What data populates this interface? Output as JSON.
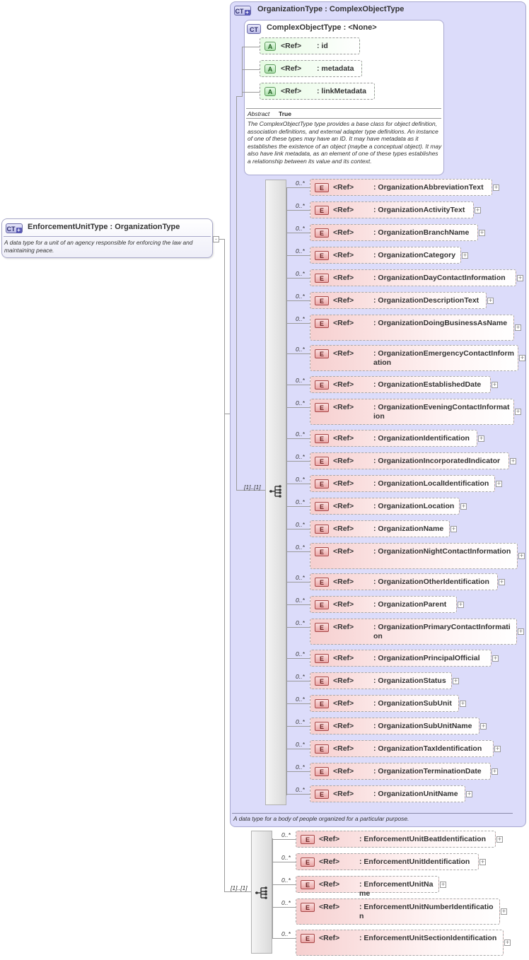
{
  "enforcement": {
    "badge": "CT",
    "name": "EnforcementUnitType",
    "base": ": OrganizationType",
    "doc": "A data type for a unit of an agency responsible for enforcing the law and maintaining peace."
  },
  "organization": {
    "badge": "CT",
    "name": "OrganizationType",
    "base": ": ComplexObjectType",
    "doc": "A data type for a body of people organized for a particular purpose."
  },
  "complex": {
    "badge": "CT",
    "name": "ComplexObjectType",
    "base": ": <None>",
    "abstract_label": "Abstract",
    "abstract_value": "True",
    "doc": "The ComplexObjectType type provides a base class for object definition, association definitions, and external adapter type definitions. An instance of one of these types may have an ID. It may have metadata as it establishes the existence of an object (maybe a conceptual object). It may also have link metadata, as an element of one of these types establishes a relationship between its value and its context.",
    "attributes": [
      {
        "badge": "A",
        "ref": "<Ref>",
        "name": ": id"
      },
      {
        "badge": "A",
        "ref": "<Ref>",
        "name": ": metadata"
      },
      {
        "badge": "A",
        "ref": "<Ref>",
        "name": ": linkMetadata"
      }
    ]
  },
  "org_sequence": {
    "cardinality": "[1]..[1]",
    "elements": [
      {
        "badge": "E",
        "ref": "<Ref>",
        "name": ": OrganizationAbbreviationText",
        "card": "0..*"
      },
      {
        "badge": "E",
        "ref": "<Ref>",
        "name": ": OrganizationActivityText",
        "card": "0..*"
      },
      {
        "badge": "E",
        "ref": "<Ref>",
        "name": ": OrganizationBranchName",
        "card": "0..*"
      },
      {
        "badge": "E",
        "ref": "<Ref>",
        "name": ": OrganizationCategory",
        "card": "0..*"
      },
      {
        "badge": "E",
        "ref": "<Ref>",
        "name": ": OrganizationDayContactInformation",
        "card": "0..*"
      },
      {
        "badge": "E",
        "ref": "<Ref>",
        "name": ": OrganizationDescriptionText",
        "card": "0..*"
      },
      {
        "badge": "E",
        "ref": "<Ref>",
        "name": ": OrganizationDoingBusinessAsName",
        "card": "0..*"
      },
      {
        "badge": "E",
        "ref": "<Ref>",
        "name": ": OrganizationEmergencyContactInformation",
        "card": "0..*"
      },
      {
        "badge": "E",
        "ref": "<Ref>",
        "name": ": OrganizationEstablishedDate",
        "card": "0..*"
      },
      {
        "badge": "E",
        "ref": "<Ref>",
        "name": ": OrganizationEveningContactInformation",
        "card": "0..*"
      },
      {
        "badge": "E",
        "ref": "<Ref>",
        "name": ": OrganizationIdentification",
        "card": "0..*"
      },
      {
        "badge": "E",
        "ref": "<Ref>",
        "name": ": OrganizationIncorporatedIndicator",
        "card": "0..*"
      },
      {
        "badge": "E",
        "ref": "<Ref>",
        "name": ": OrganizationLocalIdentification",
        "card": "0..*"
      },
      {
        "badge": "E",
        "ref": "<Ref>",
        "name": ": OrganizationLocation",
        "card": "0..*"
      },
      {
        "badge": "E",
        "ref": "<Ref>",
        "name": ": OrganizationName",
        "card": "0..*"
      },
      {
        "badge": "E",
        "ref": "<Ref>",
        "name": ": OrganizationNightContactInformation",
        "card": "0..*"
      },
      {
        "badge": "E",
        "ref": "<Ref>",
        "name": ": OrganizationOtherIdentification",
        "card": "0..*"
      },
      {
        "badge": "E",
        "ref": "<Ref>",
        "name": ": OrganizationParent",
        "card": "0..*"
      },
      {
        "badge": "E",
        "ref": "<Ref>",
        "name": ": OrganizationPrimaryContactInformation",
        "card": "0..*"
      },
      {
        "badge": "E",
        "ref": "<Ref>",
        "name": ": OrganizationPrincipalOfficial",
        "card": "0..*"
      },
      {
        "badge": "E",
        "ref": "<Ref>",
        "name": ": OrganizationStatus",
        "card": "0..*"
      },
      {
        "badge": "E",
        "ref": "<Ref>",
        "name": ": OrganizationSubUnit",
        "card": "0..*"
      },
      {
        "badge": "E",
        "ref": "<Ref>",
        "name": ": OrganizationSubUnitName",
        "card": "0..*"
      },
      {
        "badge": "E",
        "ref": "<Ref>",
        "name": ": OrganizationTaxIdentification",
        "card": "0..*"
      },
      {
        "badge": "E",
        "ref": "<Ref>",
        "name": ": OrganizationTerminationDate",
        "card": "0..*"
      },
      {
        "badge": "E",
        "ref": "<Ref>",
        "name": ": OrganizationUnitName",
        "card": "0..*"
      }
    ]
  },
  "enf_sequence": {
    "cardinality": "[1]..[1]",
    "elements": [
      {
        "badge": "E",
        "ref": "<Ref>",
        "name": ": EnforcementUnitBeatIdentification",
        "card": "0..*"
      },
      {
        "badge": "E",
        "ref": "<Ref>",
        "name": ": EnforcementUnitIdentification",
        "card": "0..*"
      },
      {
        "badge": "E",
        "ref": "<Ref>",
        "name": ": EnforcementUnitName",
        "card": "0..*"
      },
      {
        "badge": "E",
        "ref": "<Ref>",
        "name": ": EnforcementUnitNumberIdentification",
        "card": "0..*"
      },
      {
        "badge": "E",
        "ref": "<Ref>",
        "name": ": EnforcementUnitSectionIdentification",
        "card": "0..*"
      }
    ]
  }
}
